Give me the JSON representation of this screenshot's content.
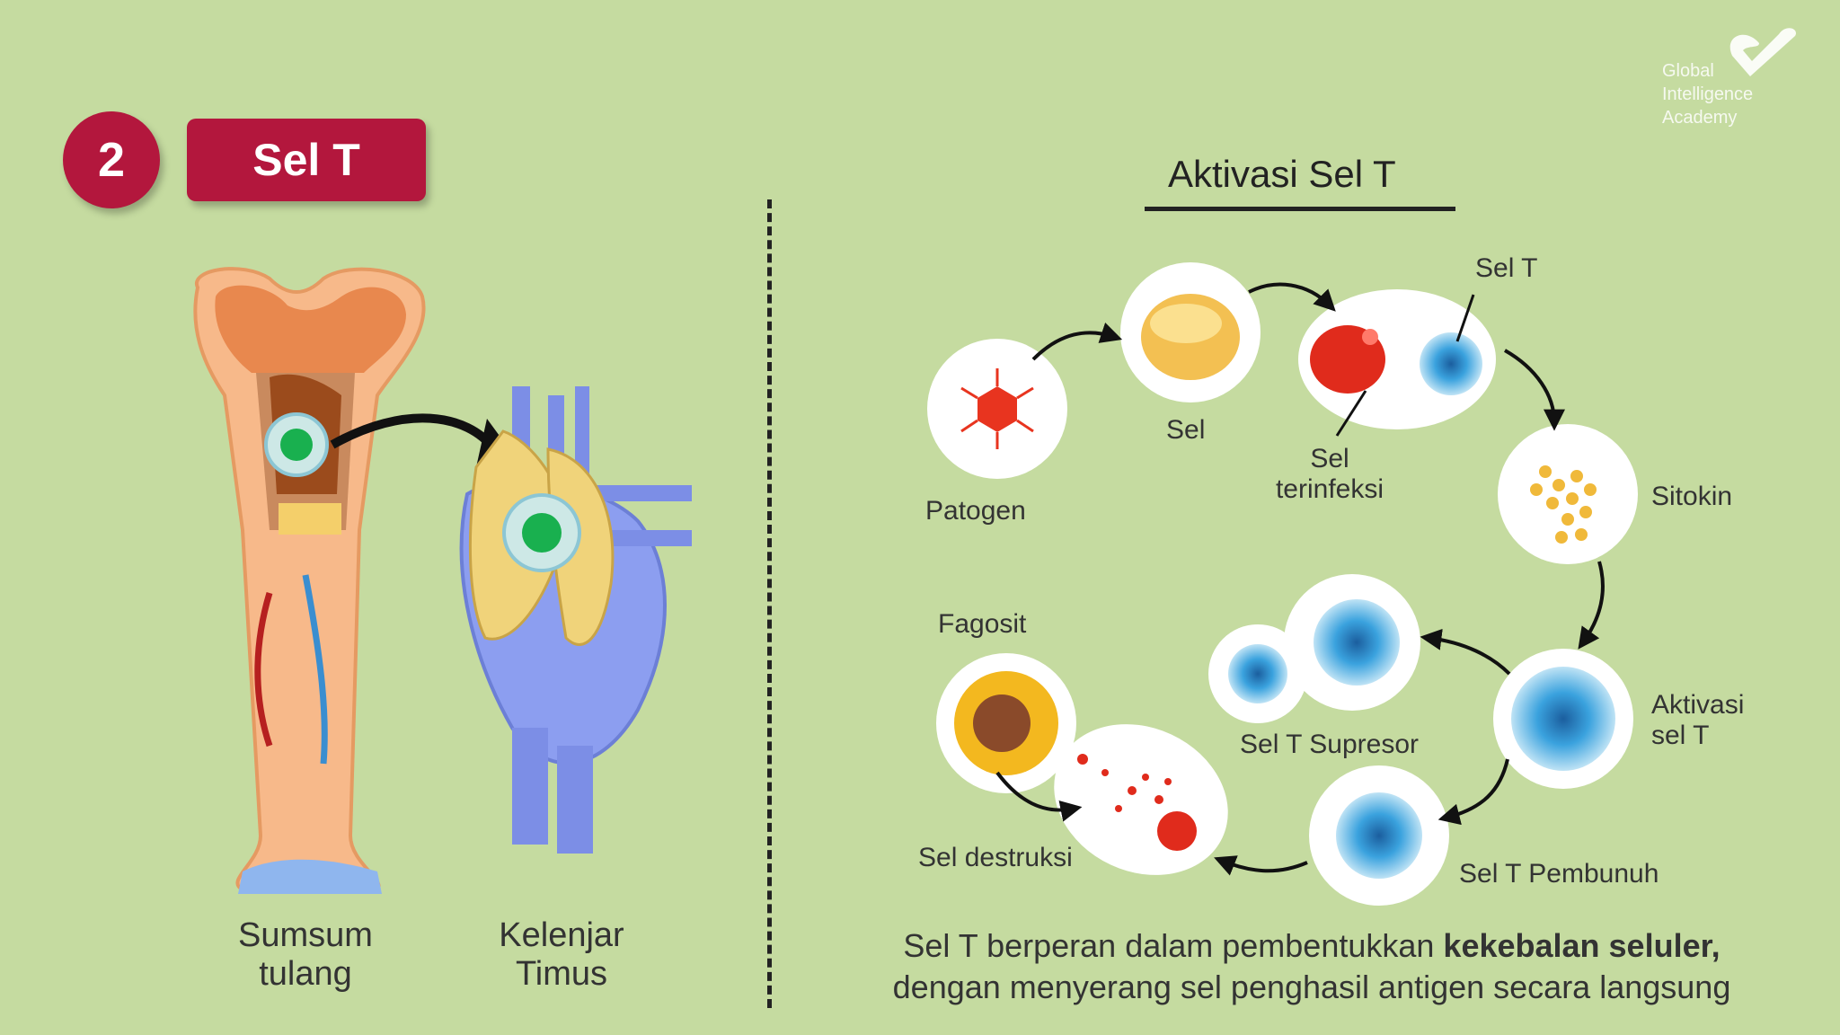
{
  "header": {
    "number": "2",
    "title": "Sel T"
  },
  "logo": {
    "line1": "Global",
    "line2": "Intelligence",
    "line3": "Academy"
  },
  "left": {
    "bone_label_1": "Sumsum",
    "bone_label_2": "tulang",
    "thymus_label_1": "Kelenjar",
    "thymus_label_2": "Timus"
  },
  "diagram": {
    "title": "Aktivasi Sel T",
    "patogen": "Patogen",
    "sel": "Sel",
    "sel_t": "Sel T",
    "sel_terinfeksi_1": "Sel",
    "sel_terinfeksi_2": "terinfeksi",
    "sitokin": "Sitokin",
    "aktivasi_1": "Aktivasi",
    "aktivasi_2": "sel T",
    "supresor": "Sel T Supresor",
    "pembunuh": "Sel T Pembunuh",
    "fagosit": "Fagosit",
    "destruksi": "Sel destruksi"
  },
  "caption": {
    "line1_pre": "Sel T berperan dalam pembentukkan ",
    "line1_bold": "kekebalan seluler,",
    "line2": "dengan menyerang sel penghasil antigen secara langsung"
  },
  "colors": {
    "background": "#c5dba0",
    "accent": "#b3173d"
  }
}
